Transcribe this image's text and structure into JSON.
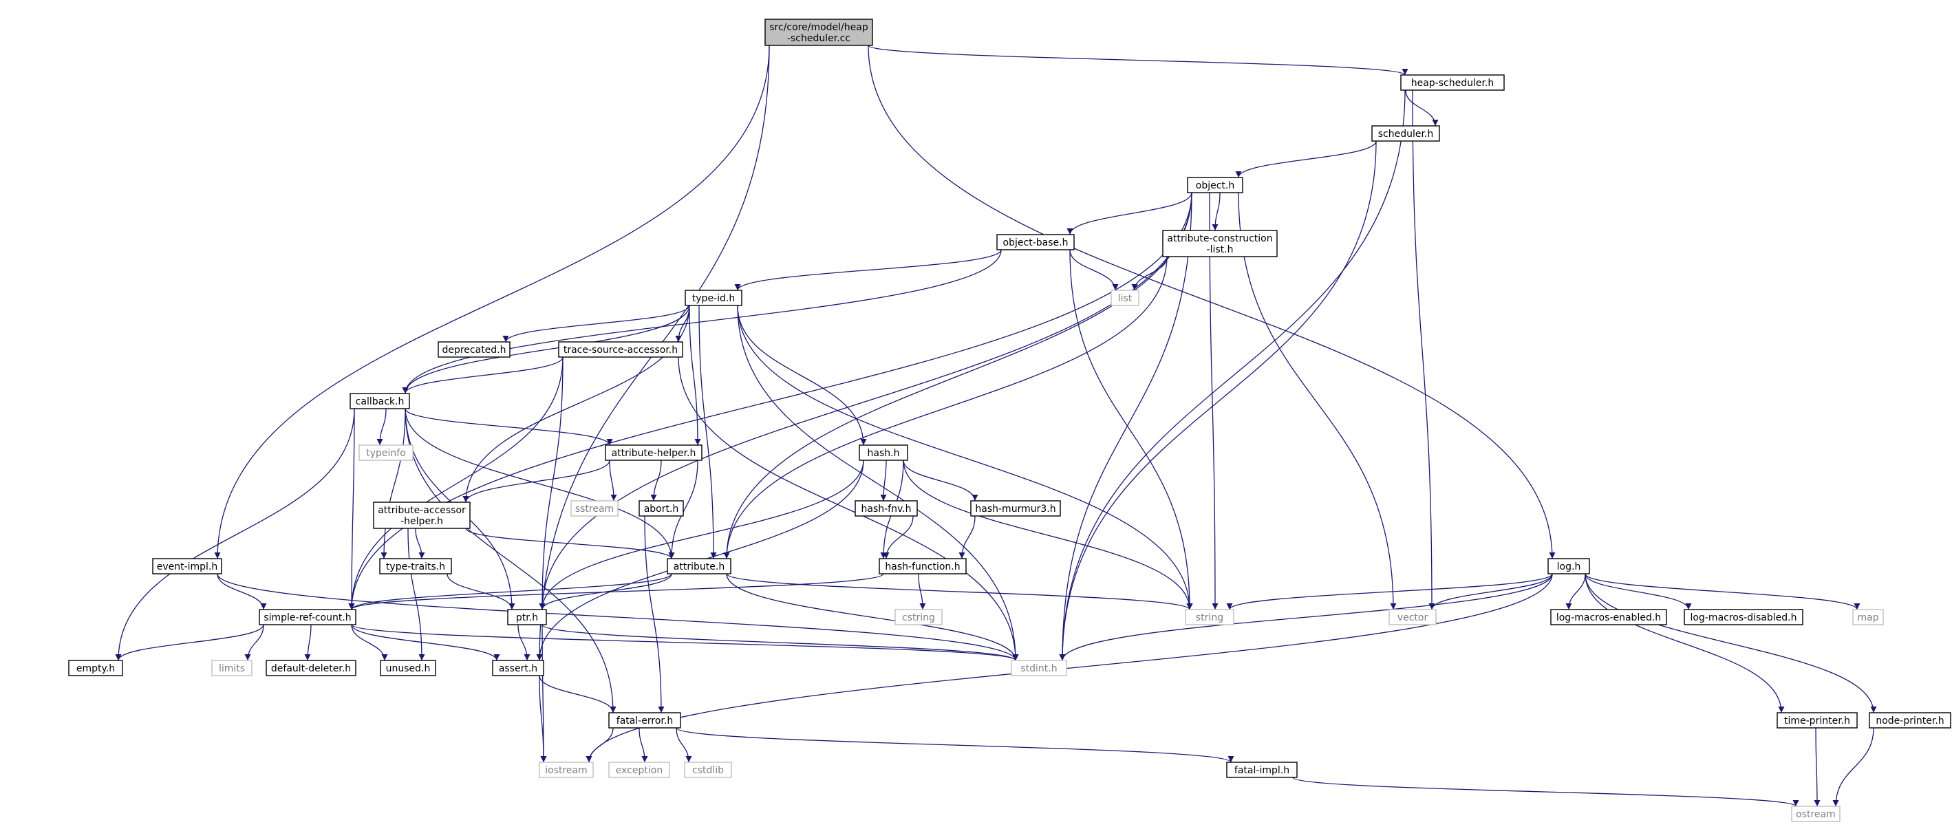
{
  "colors": {
    "edge": "#191970",
    "node_border": "#000000",
    "node_fill": "#ffffff",
    "root_fill": "#bfbfbf",
    "ext_border": "#bfbfbf",
    "ext_text": "#808080",
    "text": "#000000"
  },
  "nodes": [
    {
      "id": "root",
      "lines": [
        "src/core/model/heap",
        "-scheduler.cc"
      ],
      "kind": "root"
    },
    {
      "id": "heap_scheduler_h",
      "lines": [
        "heap-scheduler.h"
      ],
      "kind": "local"
    },
    {
      "id": "scheduler_h",
      "lines": [
        "scheduler.h"
      ],
      "kind": "local"
    },
    {
      "id": "object_h",
      "lines": [
        "object.h"
      ],
      "kind": "local"
    },
    {
      "id": "object_base_h",
      "lines": [
        "object-base.h"
      ],
      "kind": "local"
    },
    {
      "id": "attr_constr_list_h",
      "lines": [
        "attribute-construction",
        "-list.h"
      ],
      "kind": "local"
    },
    {
      "id": "list",
      "lines": [
        "list"
      ],
      "kind": "ext"
    },
    {
      "id": "type_id_h",
      "lines": [
        "type-id.h"
      ],
      "kind": "local"
    },
    {
      "id": "deprecated_h",
      "lines": [
        "deprecated.h"
      ],
      "kind": "local"
    },
    {
      "id": "trace_source_accessor_h",
      "lines": [
        "trace-source-accessor.h"
      ],
      "kind": "local"
    },
    {
      "id": "callback_h",
      "lines": [
        "callback.h"
      ],
      "kind": "local"
    },
    {
      "id": "typeinfo",
      "lines": [
        "typeinfo"
      ],
      "kind": "ext"
    },
    {
      "id": "attribute_helper_h",
      "lines": [
        "attribute-helper.h"
      ],
      "kind": "local"
    },
    {
      "id": "sstream",
      "lines": [
        "sstream"
      ],
      "kind": "ext"
    },
    {
      "id": "abort_h",
      "lines": [
        "abort.h"
      ],
      "kind": "local"
    },
    {
      "id": "attr_accessor_helper_h",
      "lines": [
        "attribute-accessor",
        "-helper.h"
      ],
      "kind": "local"
    },
    {
      "id": "type_traits_h",
      "lines": [
        "type-traits.h"
      ],
      "kind": "local"
    },
    {
      "id": "hash_h",
      "lines": [
        "hash.h"
      ],
      "kind": "local"
    },
    {
      "id": "hash_fnv_h",
      "lines": [
        "hash-fnv.h"
      ],
      "kind": "local"
    },
    {
      "id": "hash_murmur3_h",
      "lines": [
        "hash-murmur3.h"
      ],
      "kind": "local"
    },
    {
      "id": "hash_function_h",
      "lines": [
        "hash-function.h"
      ],
      "kind": "local"
    },
    {
      "id": "cstring",
      "lines": [
        "cstring"
      ],
      "kind": "ext"
    },
    {
      "id": "attribute_h",
      "lines": [
        "attribute.h"
      ],
      "kind": "local"
    },
    {
      "id": "string",
      "lines": [
        "string"
      ],
      "kind": "ext"
    },
    {
      "id": "event_impl_h",
      "lines": [
        "event-impl.h"
      ],
      "kind": "local"
    },
    {
      "id": "simple_ref_count_h",
      "lines": [
        "simple-ref-count.h"
      ],
      "kind": "local"
    },
    {
      "id": "ptr_h",
      "lines": [
        "ptr.h"
      ],
      "kind": "local"
    },
    {
      "id": "empty_h",
      "lines": [
        "empty.h"
      ],
      "kind": "local"
    },
    {
      "id": "limits",
      "lines": [
        "limits"
      ],
      "kind": "ext"
    },
    {
      "id": "default_deleter_h",
      "lines": [
        "default-deleter.h"
      ],
      "kind": "local"
    },
    {
      "id": "unused_h",
      "lines": [
        "unused.h"
      ],
      "kind": "local"
    },
    {
      "id": "assert_h",
      "lines": [
        "assert.h"
      ],
      "kind": "local"
    },
    {
      "id": "stdint_h",
      "lines": [
        "stdint.h"
      ],
      "kind": "ext"
    },
    {
      "id": "fatal_error_h",
      "lines": [
        "fatal-error.h"
      ],
      "kind": "local"
    },
    {
      "id": "iostream",
      "lines": [
        "iostream"
      ],
      "kind": "ext"
    },
    {
      "id": "exception",
      "lines": [
        "exception"
      ],
      "kind": "ext"
    },
    {
      "id": "cstdlib",
      "lines": [
        "cstdlib"
      ],
      "kind": "ext"
    },
    {
      "id": "fatal_impl_h",
      "lines": [
        "fatal-impl.h"
      ],
      "kind": "local"
    },
    {
      "id": "log_h",
      "lines": [
        "log.h"
      ],
      "kind": "local"
    },
    {
      "id": "vector",
      "lines": [
        "vector"
      ],
      "kind": "ext"
    },
    {
      "id": "log_macros_enabled_h",
      "lines": [
        "log-macros-enabled.h"
      ],
      "kind": "local"
    },
    {
      "id": "log_macros_disabled_h",
      "lines": [
        "log-macros-disabled.h"
      ],
      "kind": "local"
    },
    {
      "id": "map",
      "lines": [
        "map"
      ],
      "kind": "ext"
    },
    {
      "id": "time_printer_h",
      "lines": [
        "time-printer.h"
      ],
      "kind": "local"
    },
    {
      "id": "node_printer_h",
      "lines": [
        "node-printer.h"
      ],
      "kind": "local"
    },
    {
      "id": "ostream",
      "lines": [
        "ostream"
      ],
      "kind": "ext"
    }
  ],
  "edges": [
    [
      "root",
      "heap_scheduler_h"
    ],
    [
      "root",
      "log_h"
    ],
    [
      "root",
      "event_impl_h"
    ],
    [
      "root",
      "assert_h"
    ],
    [
      "heap_scheduler_h",
      "scheduler_h"
    ],
    [
      "heap_scheduler_h",
      "vector"
    ],
    [
      "heap_scheduler_h",
      "stdint_h"
    ],
    [
      "scheduler_h",
      "object_h"
    ],
    [
      "scheduler_h",
      "stdint_h"
    ],
    [
      "object_h",
      "object_base_h"
    ],
    [
      "object_h",
      "attr_constr_list_h"
    ],
    [
      "object_h",
      "simple_ref_count_h"
    ],
    [
      "object_h",
      "ptr_h"
    ],
    [
      "object_h",
      "attribute_h"
    ],
    [
      "object_h",
      "string"
    ],
    [
      "object_h",
      "stdint_h"
    ],
    [
      "object_h",
      "vector"
    ],
    [
      "object_base_h",
      "type_id_h"
    ],
    [
      "object_base_h",
      "callback_h"
    ],
    [
      "object_base_h",
      "list"
    ],
    [
      "object_base_h",
      "string"
    ],
    [
      "attr_constr_list_h",
      "list"
    ],
    [
      "attr_constr_list_h",
      "attribute_h"
    ],
    [
      "type_id_h",
      "deprecated_h"
    ],
    [
      "type_id_h",
      "trace_source_accessor_h"
    ],
    [
      "type_id_h",
      "callback_h"
    ],
    [
      "type_id_h",
      "attribute_helper_h"
    ],
    [
      "type_id_h",
      "attribute_h"
    ],
    [
      "type_id_h",
      "attr_accessor_helper_h"
    ],
    [
      "type_id_h",
      "hash_h"
    ],
    [
      "type_id_h",
      "string"
    ],
    [
      "type_id_h",
      "stdint_h"
    ],
    [
      "trace_source_accessor_h",
      "callback_h"
    ],
    [
      "trace_source_accessor_h",
      "ptr_h"
    ],
    [
      "trace_source_accessor_h",
      "simple_ref_count_h"
    ],
    [
      "trace_source_accessor_h",
      "stdint_h"
    ],
    [
      "callback_h",
      "typeinfo"
    ],
    [
      "callback_h",
      "attribute_helper_h"
    ],
    [
      "callback_h",
      "attribute_h"
    ],
    [
      "callback_h",
      "type_traits_h"
    ],
    [
      "callback_h",
      "ptr_h"
    ],
    [
      "callback_h",
      "fatal_error_h"
    ],
    [
      "callback_h",
      "empty_h"
    ],
    [
      "callback_h",
      "simple_ref_count_h"
    ],
    [
      "attribute_helper_h",
      "attr_accessor_helper_h"
    ],
    [
      "attribute_helper_h",
      "sstream"
    ],
    [
      "attribute_helper_h",
      "abort_h"
    ],
    [
      "attribute_helper_h",
      "attribute_h"
    ],
    [
      "abort_h",
      "fatal_error_h"
    ],
    [
      "attr_accessor_helper_h",
      "type_traits_h"
    ],
    [
      "attr_accessor_helper_h",
      "attribute_h"
    ],
    [
      "attr_accessor_helper_h",
      "unused_h"
    ],
    [
      "type_traits_h",
      "ptr_h"
    ],
    [
      "hash_h",
      "hash_fnv_h"
    ],
    [
      "hash_h",
      "hash_murmur3_h"
    ],
    [
      "hash_h",
      "hash_function_h"
    ],
    [
      "hash_h",
      "string"
    ],
    [
      "hash_h",
      "ptr_h"
    ],
    [
      "hash_h",
      "assert_h"
    ],
    [
      "hash_fnv_h",
      "hash_function_h"
    ],
    [
      "hash_murmur3_h",
      "hash_function_h"
    ],
    [
      "hash_function_h",
      "cstring"
    ],
    [
      "hash_function_h",
      "simple_ref_count_h"
    ],
    [
      "attribute_h",
      "string"
    ],
    [
      "attribute_h",
      "ptr_h"
    ],
    [
      "attribute_h",
      "simple_ref_count_h"
    ],
    [
      "attribute_h",
      "stdint_h"
    ],
    [
      "event_impl_h",
      "simple_ref_count_h"
    ],
    [
      "event_impl_h",
      "stdint_h"
    ],
    [
      "simple_ref_count_h",
      "empty_h"
    ],
    [
      "simple_ref_count_h",
      "limits"
    ],
    [
      "simple_ref_count_h",
      "default_deleter_h"
    ],
    [
      "simple_ref_count_h",
      "unused_h"
    ],
    [
      "simple_ref_count_h",
      "assert_h"
    ],
    [
      "simple_ref_count_h",
      "stdint_h"
    ],
    [
      "ptr_h",
      "assert_h"
    ],
    [
      "ptr_h",
      "iostream"
    ],
    [
      "ptr_h",
      "stdint_h"
    ],
    [
      "assert_h",
      "iostream"
    ],
    [
      "assert_h",
      "fatal_error_h"
    ],
    [
      "fatal_error_h",
      "iostream"
    ],
    [
      "fatal_error_h",
      "exception"
    ],
    [
      "fatal_error_h",
      "cstdlib"
    ],
    [
      "fatal_error_h",
      "fatal_impl_h"
    ],
    [
      "fatal_impl_h",
      "ostream"
    ],
    [
      "log_h",
      "string"
    ],
    [
      "log_h",
      "vector"
    ],
    [
      "log_h",
      "stdint_h"
    ],
    [
      "log_h",
      "iostream"
    ],
    [
      "log_h",
      "log_macros_enabled_h"
    ],
    [
      "log_h",
      "log_macros_disabled_h"
    ],
    [
      "log_h",
      "map"
    ],
    [
      "log_h",
      "time_printer_h"
    ],
    [
      "log_h",
      "node_printer_h"
    ],
    [
      "time_printer_h",
      "ostream"
    ],
    [
      "node_printer_h",
      "ostream"
    ]
  ]
}
